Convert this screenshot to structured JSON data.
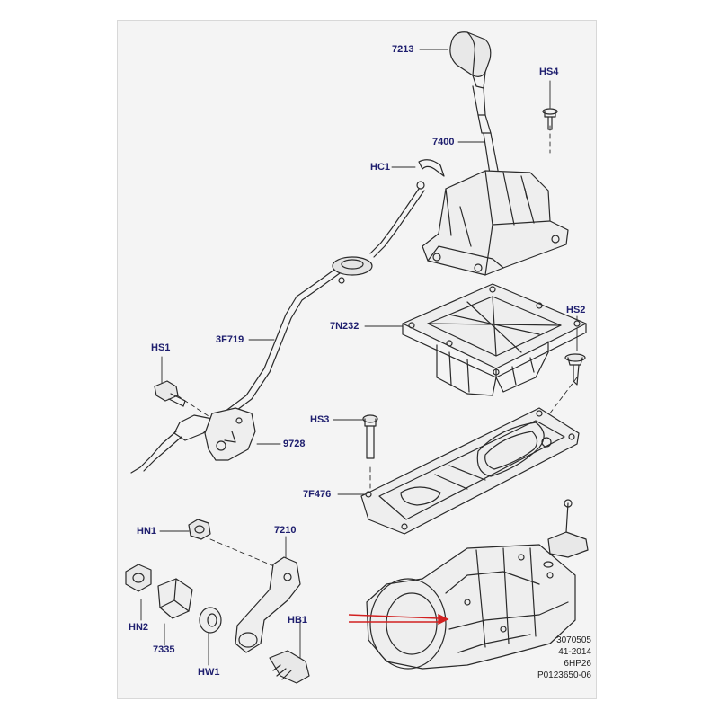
{
  "diagram": {
    "callouts": [
      {
        "id": "7213",
        "text": "7213"
      },
      {
        "id": "HS4",
        "text": "HS4"
      },
      {
        "id": "7400",
        "text": "7400"
      },
      {
        "id": "HC1",
        "text": "HC1"
      },
      {
        "id": "7N232",
        "text": "7N232"
      },
      {
        "id": "HS2",
        "text": "HS2"
      },
      {
        "id": "3F719",
        "text": "3F719"
      },
      {
        "id": "HS1",
        "text": "HS1"
      },
      {
        "id": "HS3",
        "text": "HS3"
      },
      {
        "id": "9728",
        "text": "9728"
      },
      {
        "id": "7F476",
        "text": "7F476"
      },
      {
        "id": "HN1",
        "text": "HN1"
      },
      {
        "id": "7210",
        "text": "7210"
      },
      {
        "id": "HN2",
        "text": "HN2"
      },
      {
        "id": "7335",
        "text": "7335"
      },
      {
        "id": "HB1",
        "text": "HB1"
      },
      {
        "id": "HW1",
        "text": "HW1"
      }
    ],
    "reference_block": [
      "3070505",
      "41-2014",
      "6HP26",
      "P0123650-06"
    ],
    "colors": {
      "callout_text": "#1e1e6e",
      "line_art": "#2a2a2a",
      "sheet": "#f4f4f4",
      "red_arrows": "#d22020"
    }
  }
}
